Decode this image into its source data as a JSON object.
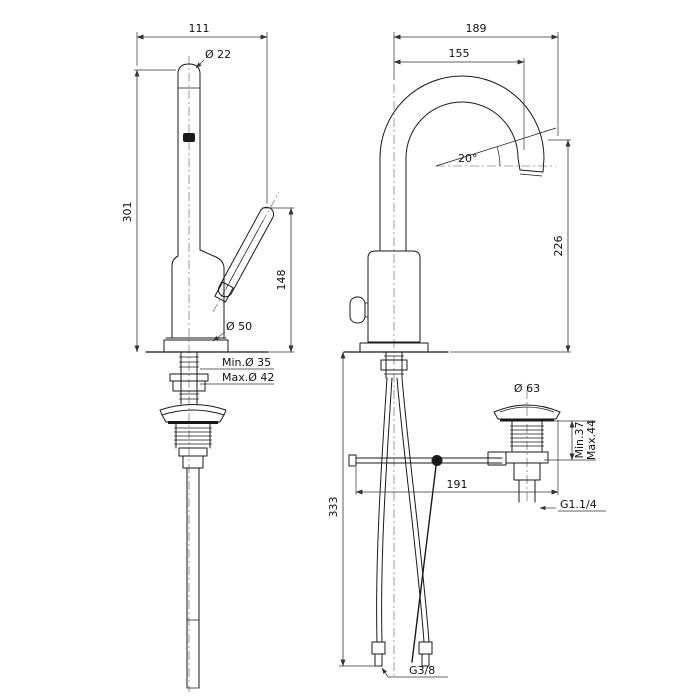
{
  "page": {
    "background": "#ffffff",
    "line_color": "#1a1a1a"
  },
  "left_view": {
    "width_top": "111",
    "spout_diameter": "Ø 22",
    "total_height": "301",
    "handle_height": "148",
    "body_diameter": "Ø 50",
    "hole_min": "Min.Ø 35",
    "hole_max": "Max.Ø 42"
  },
  "right_view": {
    "total_reach": "189",
    "spout_reach": "155",
    "spout_angle": "20°",
    "spout_height": "226",
    "hose_length": "333",
    "rod_reach": "191",
    "waste_diameter": "Ø 63",
    "waste_min": "Min.37",
    "waste_max": "Max.44",
    "waste_thread": "G1.1/4",
    "hose_thread": "G3/8"
  }
}
